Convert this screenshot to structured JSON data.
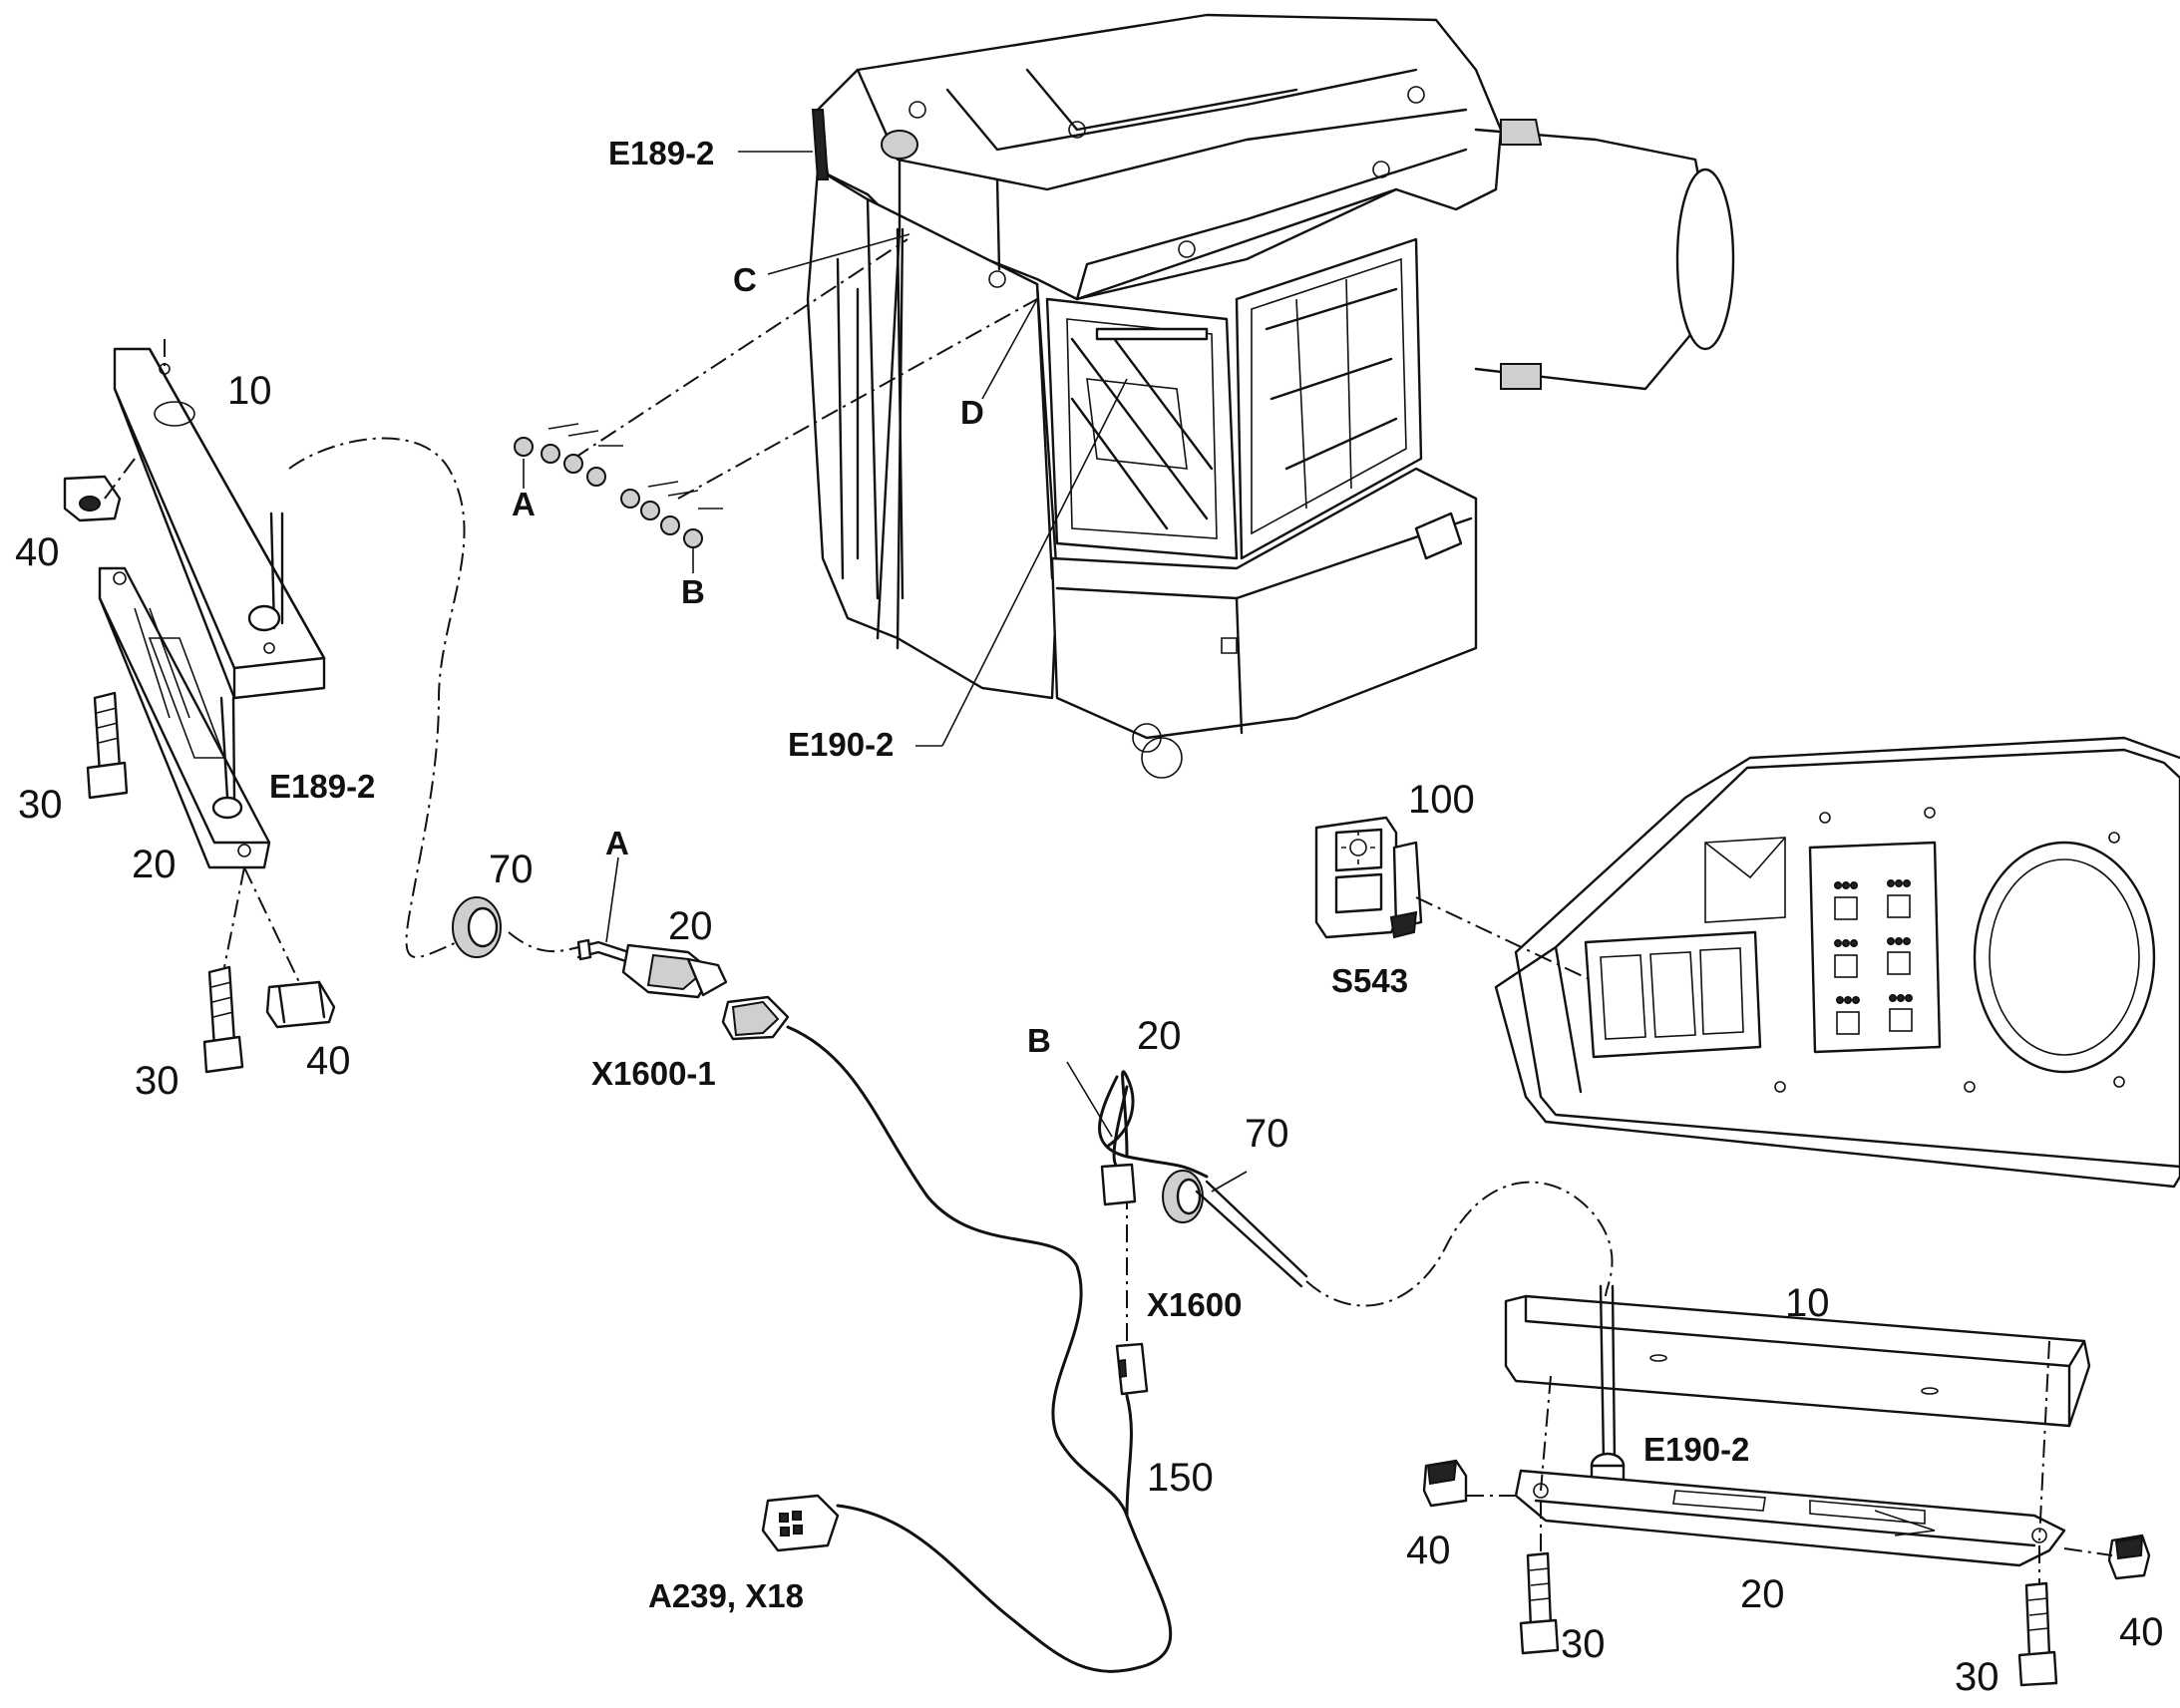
{
  "labels": {
    "e189_top": "E189-2",
    "c": "C",
    "d": "D",
    "a_top": "A",
    "b_top": "B",
    "e190_cab": "E190-2",
    "n10_left": "10",
    "n40_left_top": "40",
    "n30_left_top": "30",
    "e189_left": "E189-2",
    "n20_left": "20",
    "n30_left_bottom": "30",
    "n40_left_bottom": "40",
    "n70_left": "70",
    "a_mid": "A",
    "n20_mid": "20",
    "x1600_1": "X1600-1",
    "n100": "100",
    "s543": "S543",
    "b_mid": "B",
    "n20_mid2": "20",
    "n70_mid": "70",
    "x1600": "X1600",
    "n150": "150",
    "a239_x18": "A239, X18",
    "n10_right": "10",
    "e190_right": "E190-2",
    "n40_right_left": "40",
    "n20_right": "20",
    "n40_right_right": "40",
    "n30_right_left": "30",
    "n30_right_right": "30"
  },
  "icons": {
    "switch_symbol": "work-light-icon"
  }
}
